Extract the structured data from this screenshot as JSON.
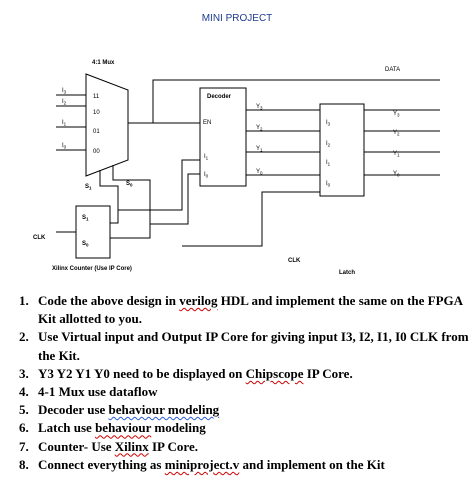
{
  "title": "MINI PROJECT",
  "mux": {
    "label": "4:1 Mux",
    "inputs": [
      "I3",
      "I2",
      "I1",
      "I0"
    ],
    "select_codes": [
      "11",
      "10",
      "01",
      "00"
    ],
    "select_lines": [
      "S1",
      "S0"
    ]
  },
  "decoder": {
    "label": "Decoder",
    "enable": "EN",
    "inputs": [
      "I1",
      "I0"
    ],
    "outputs": [
      "Y3",
      "Y2",
      "Y1",
      "Y0"
    ]
  },
  "latch": {
    "label": "Latch",
    "inputs": [
      "I3",
      "I2",
      "I1",
      "I0"
    ]
  },
  "final_outputs": [
    "Y3",
    "Y2",
    "Y1",
    "Y0"
  ],
  "counter": {
    "outputs": [
      "S1",
      "S0"
    ],
    "clk": "CLK",
    "caption": "Xilinx Counter (Use IP Core)"
  },
  "signals": {
    "data": "DATA",
    "latch_clk": "CLK"
  },
  "tasks": [
    {
      "num": "1.",
      "segments": [
        {
          "text": "Code the above design in "
        },
        {
          "text": "verilog",
          "style": "wavy"
        },
        {
          "text": " HDL and implement the same on the FPGA Kit allotted to you."
        }
      ]
    },
    {
      "num": "2.",
      "segments": [
        {
          "text": "Use Virtual input and Output IP Core for giving input I3, I2, I1, I0 CLK from the Kit."
        }
      ]
    },
    {
      "num": "3.",
      "segments": [
        {
          "text": "Y3 Y2 Y1 Y0 need to be displayed on "
        },
        {
          "text": "Chipscope",
          "style": "wavy"
        },
        {
          "text": " IP Core."
        }
      ]
    },
    {
      "num": "4.",
      "segments": [
        {
          "text": "4-1 Mux use dataflow"
        }
      ]
    },
    {
      "num": "5.",
      "segments": [
        {
          "text": "Decoder use "
        },
        {
          "text": "behaviour modeling",
          "style": "wavy-blue"
        }
      ]
    },
    {
      "num": "6.",
      "segments": [
        {
          "text": "Latch use "
        },
        {
          "text": "behaviour",
          "style": "wavy"
        },
        {
          "text": " modeling"
        }
      ]
    },
    {
      "num": "7.",
      "segments": [
        {
          "text": "Counter- Use "
        },
        {
          "text": "Xilinx",
          "style": "wavy"
        },
        {
          "text": " IP Core."
        }
      ]
    },
    {
      "num": "8.",
      "segments": [
        {
          "text": "Connect everything as "
        },
        {
          "text": "miniproject.v",
          "style": "wavy"
        },
        {
          "text": " and implement on the Kit"
        }
      ]
    }
  ]
}
